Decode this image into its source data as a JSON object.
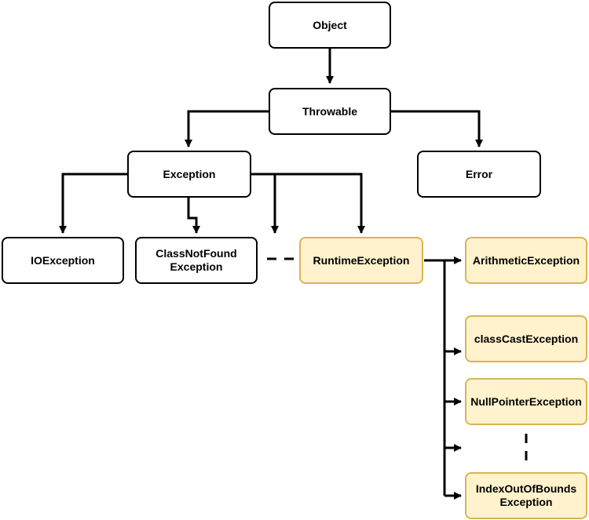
{
  "nodes": {
    "object": {
      "label": "Object"
    },
    "throwable": {
      "label": "Throwable"
    },
    "exception": {
      "label": "Exception"
    },
    "error": {
      "label": "Error"
    },
    "ioexception": {
      "label": "IOException"
    },
    "classnotfound": {
      "label": "ClassNotFound\nException"
    },
    "runtime": {
      "label": "RuntimeException"
    },
    "arithmetic": {
      "label": "ArithmeticException"
    },
    "classcast": {
      "label": "classCastException"
    },
    "nullpointer": {
      "label": "NullPointerException"
    },
    "indexoutofbounds": {
      "label": "IndexOutOfBounds\nException"
    }
  },
  "colors": {
    "default_fill": "#ffffff",
    "default_stroke": "#000000",
    "highlight_fill": "#fff2cc",
    "highlight_stroke": "#d6b656",
    "edge": "#000000"
  }
}
